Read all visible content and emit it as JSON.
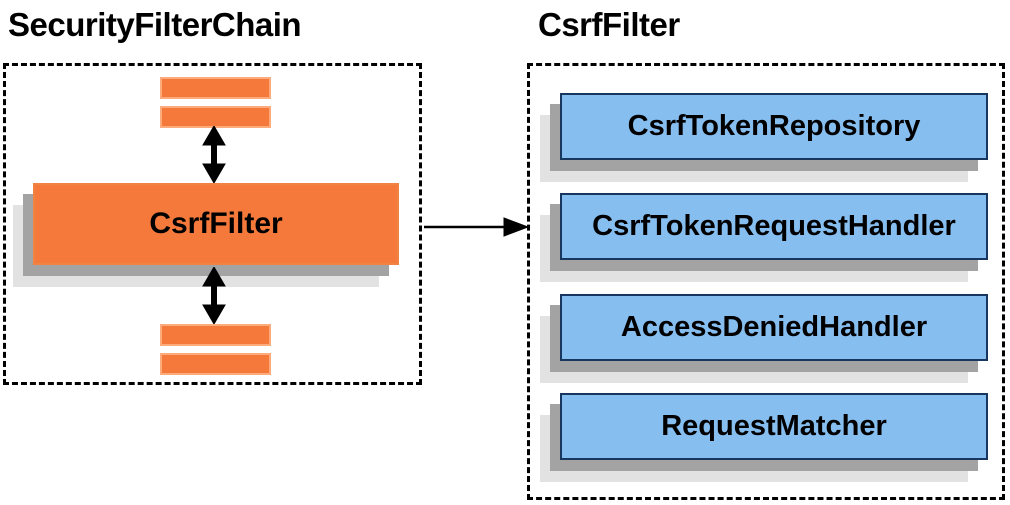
{
  "left_panel": {
    "title": "SecurityFilterChain",
    "filter_box_label": "CsrfFilter"
  },
  "right_panel": {
    "title": "CsrfFilter",
    "components": [
      "CsrfTokenRepository",
      "CsrfTokenRequestHandler",
      "AccessDeniedHandler",
      "RequestMatcher"
    ]
  },
  "colors": {
    "bg": "#ffffff",
    "ink": "#000000",
    "orange": "#f4793b",
    "orange-border": "#fbab7c",
    "orange-edge": "#f08342",
    "blue": "#87bef0",
    "blue-border": "#17375e",
    "shadow-dark": "#a3a3a3",
    "shadow-light": "#e2e2e2"
  }
}
